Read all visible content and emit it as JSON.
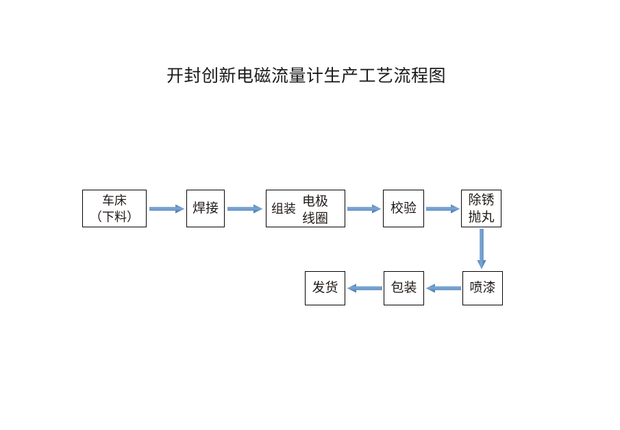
{
  "document": {
    "title": "开封创新电磁流量计生产工艺流程图",
    "background_color": "#ffffff",
    "text_color": "#1f1a17",
    "box_border_color": "#000000",
    "arrow_color": "#4a7ebb"
  },
  "flowchart": {
    "type": "process-flow",
    "nodes": [
      {
        "id": "lathe",
        "line1": "车床",
        "line2": "（下料）"
      },
      {
        "id": "weld",
        "label": "焊接"
      },
      {
        "id": "assemble",
        "left": "组装",
        "right_line1": "电极",
        "right_line2": "线圈"
      },
      {
        "id": "calibrate",
        "label": "校验"
      },
      {
        "id": "derust",
        "line1": "除锈",
        "line2": "抛丸"
      },
      {
        "id": "ship",
        "label": "发货"
      },
      {
        "id": "pack",
        "label": "包装"
      },
      {
        "id": "paint",
        "label": "喷漆"
      }
    ],
    "edges": [
      {
        "from": "lathe",
        "to": "weld",
        "direction": "right"
      },
      {
        "from": "weld",
        "to": "assemble",
        "direction": "right"
      },
      {
        "from": "assemble",
        "to": "calibrate",
        "direction": "right"
      },
      {
        "from": "calibrate",
        "to": "derust",
        "direction": "right"
      },
      {
        "from": "derust",
        "to": "paint",
        "direction": "down"
      },
      {
        "from": "paint",
        "to": "pack",
        "direction": "left"
      },
      {
        "from": "pack",
        "to": "ship",
        "direction": "left"
      }
    ]
  }
}
